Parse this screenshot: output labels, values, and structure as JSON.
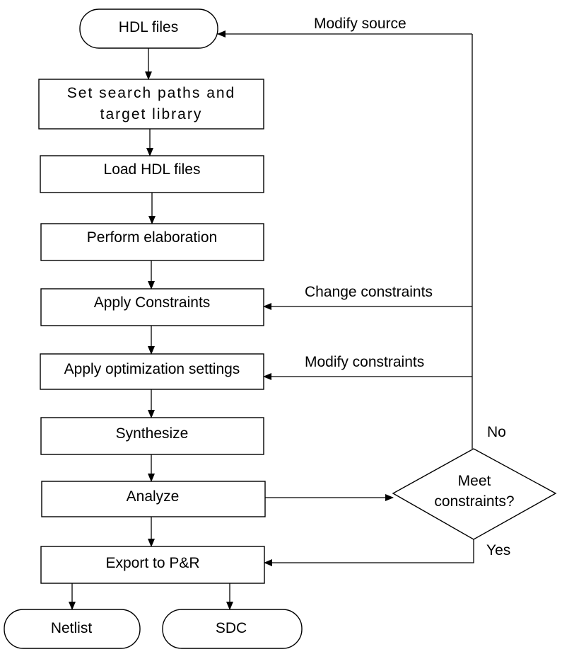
{
  "nodes": {
    "hdl_files": "HDL files",
    "set_search_paths_line1": "Set search paths and",
    "set_search_paths_line2": "target library",
    "load_hdl_files": "Load HDL files",
    "perform_elaboration": "Perform elaboration",
    "apply_constraints": "Apply Constraints",
    "apply_optimization": "Apply optimization settings",
    "synthesize": "Synthesize",
    "analyze": "Analyze",
    "export_pr": "Export to P&R",
    "netlist": "Netlist",
    "sdc": "SDC",
    "decision_line1": "Meet",
    "decision_line2": "constraints?"
  },
  "edge_labels": {
    "modify_source": "Modify source",
    "change_constraints": "Change constraints",
    "modify_constraints": "Modify constraints",
    "no": "No",
    "yes": "Yes"
  },
  "colors": {
    "stroke": "#000000",
    "fill": "#ffffff",
    "text": "#000000"
  }
}
